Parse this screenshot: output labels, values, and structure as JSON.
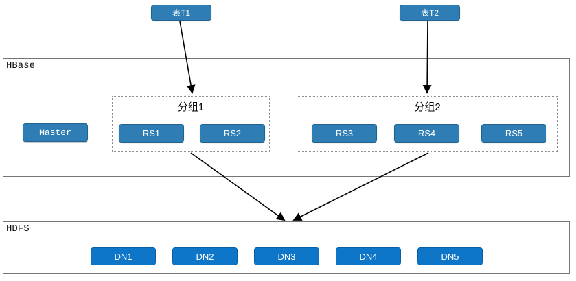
{
  "diagram": {
    "tables": [
      {
        "label": "表T1"
      },
      {
        "label": "表T2"
      }
    ],
    "hbase": {
      "title": "HBase",
      "master_label": "Master",
      "groups": [
        {
          "label": "分组1",
          "nodes": [
            {
              "label": "RS1"
            },
            {
              "label": "RS2"
            }
          ]
        },
        {
          "label": "分组2",
          "nodes": [
            {
              "label": "RS3"
            },
            {
              "label": "RS4"
            },
            {
              "label": "RS5"
            }
          ]
        }
      ]
    },
    "hdfs": {
      "title": "HDFS",
      "nodes": [
        {
          "label": "DN1"
        },
        {
          "label": "DN2"
        },
        {
          "label": "DN3"
        },
        {
          "label": "DN4"
        },
        {
          "label": "DN5"
        }
      ]
    },
    "edges": [
      {
        "from": "表T1",
        "to": "分组1"
      },
      {
        "from": "表T2",
        "to": "分组2"
      },
      {
        "from": "分组1",
        "to": "HDFS"
      },
      {
        "from": "分组2",
        "to": "HDFS"
      }
    ],
    "colors": {
      "hbase_node_fill": "#2e7eb5",
      "hbase_node_border": "#1e648e",
      "hdfs_node_fill": "#0e76c8",
      "hdfs_node_border": "#0a5fa4",
      "container_border": "#757575",
      "group_border": "#8f8f8f",
      "arrow": "#000000",
      "node_text": "#ffffff",
      "label_text": "#111111"
    }
  }
}
